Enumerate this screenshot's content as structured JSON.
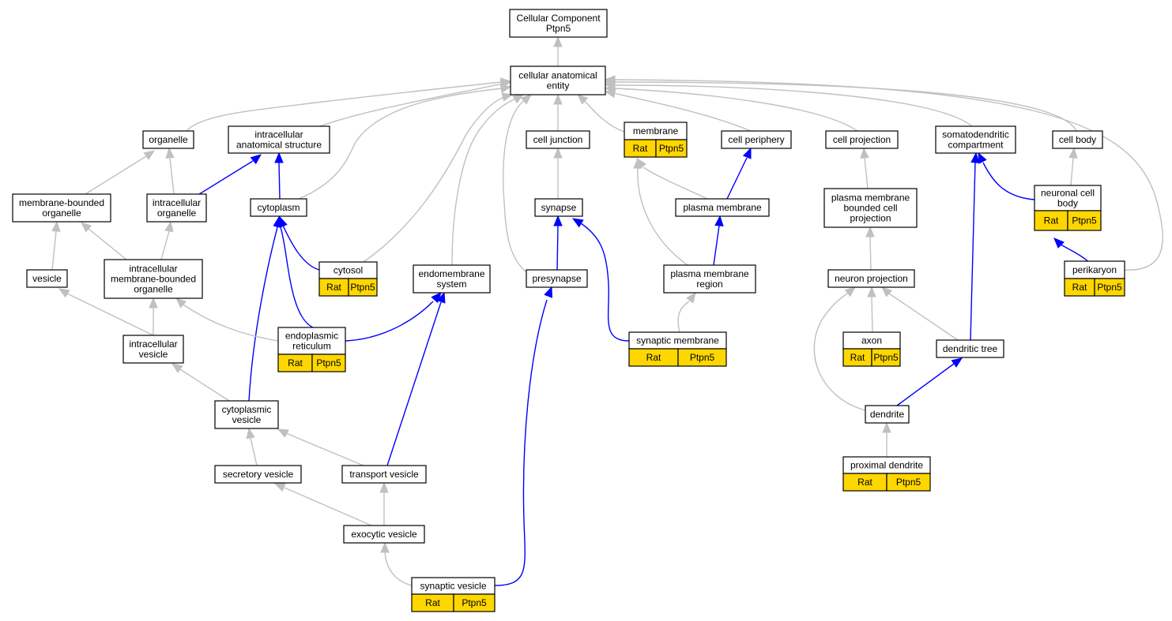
{
  "colors": {
    "is_a_edge": "#c0c0c0",
    "part_of_edge": "#0000ff",
    "annotation_fill": "#ffd700",
    "node_fill": "#ffffff"
  },
  "nodes": {
    "root": {
      "lines": [
        "Cellular Component",
        "Ptpn5"
      ]
    },
    "cae": {
      "lines": [
        "cellular anatomical",
        "entity"
      ]
    },
    "organelle": {
      "lines": [
        "organelle"
      ]
    },
    "ias": {
      "lines": [
        "intracellular",
        "anatomical structure"
      ]
    },
    "celljunction": {
      "lines": [
        "cell junction"
      ]
    },
    "membrane": {
      "lines": [
        "membrane"
      ],
      "annotation": [
        "Rat",
        "Ptpn5"
      ]
    },
    "cellperiphery": {
      "lines": [
        "cell periphery"
      ]
    },
    "cellprojection": {
      "lines": [
        "cell projection"
      ]
    },
    "somato": {
      "lines": [
        "somatodendritic",
        "compartment"
      ]
    },
    "cellbody": {
      "lines": [
        "cell body"
      ]
    },
    "mbo": {
      "lines": [
        "membrane-bounded",
        "organelle"
      ]
    },
    "intraorg": {
      "lines": [
        "intracellular",
        "organelle"
      ]
    },
    "cytoplasm": {
      "lines": [
        "cytoplasm"
      ]
    },
    "synapse": {
      "lines": [
        "synapse"
      ]
    },
    "plasmamem": {
      "lines": [
        "plasma membrane"
      ]
    },
    "pmbcp": {
      "lines": [
        "plasma membrane",
        "bounded cell",
        "projection"
      ]
    },
    "ncb": {
      "lines": [
        "neuronal cell",
        "body"
      ],
      "annotation": [
        "Rat",
        "Ptpn5"
      ]
    },
    "vesicle": {
      "lines": [
        "vesicle"
      ]
    },
    "imbo": {
      "lines": [
        "intracellular",
        "membrane-bounded",
        "organelle"
      ]
    },
    "cytosol": {
      "lines": [
        "cytosol"
      ],
      "annotation": [
        "Rat",
        "Ptpn5"
      ]
    },
    "endomem": {
      "lines": [
        "endomembrane",
        "system"
      ]
    },
    "presynapse": {
      "lines": [
        "presynapse"
      ]
    },
    "pmr": {
      "lines": [
        "plasma membrane",
        "region"
      ]
    },
    "neuronproj": {
      "lines": [
        "neuron projection"
      ]
    },
    "perikaryon": {
      "lines": [
        "perikaryon"
      ],
      "annotation": [
        "Rat",
        "Ptpn5"
      ]
    },
    "intravesicle": {
      "lines": [
        "intracellular",
        "vesicle"
      ]
    },
    "er": {
      "lines": [
        "endoplasmic",
        "reticulum"
      ],
      "annotation": [
        "Rat",
        "Ptpn5"
      ]
    },
    "synmem": {
      "lines": [
        "synaptic membrane"
      ],
      "annotation": [
        "Rat",
        "Ptpn5"
      ]
    },
    "axon": {
      "lines": [
        "axon"
      ],
      "annotation": [
        "Rat",
        "Ptpn5"
      ]
    },
    "dendtree": {
      "lines": [
        "dendritic tree"
      ]
    },
    "cytovesicle": {
      "lines": [
        "cytoplasmic",
        "vesicle"
      ]
    },
    "dendrite": {
      "lines": [
        "dendrite"
      ]
    },
    "secvesicle": {
      "lines": [
        "secretory vesicle"
      ]
    },
    "transvesicle": {
      "lines": [
        "transport vesicle"
      ]
    },
    "proxdend": {
      "lines": [
        "proximal dendrite"
      ],
      "annotation": [
        "Rat",
        "Ptpn5"
      ]
    },
    "exovesicle": {
      "lines": [
        "exocytic vesicle"
      ]
    },
    "synvesicle": {
      "lines": [
        "synaptic vesicle"
      ],
      "annotation": [
        "Rat",
        "Ptpn5"
      ]
    }
  }
}
